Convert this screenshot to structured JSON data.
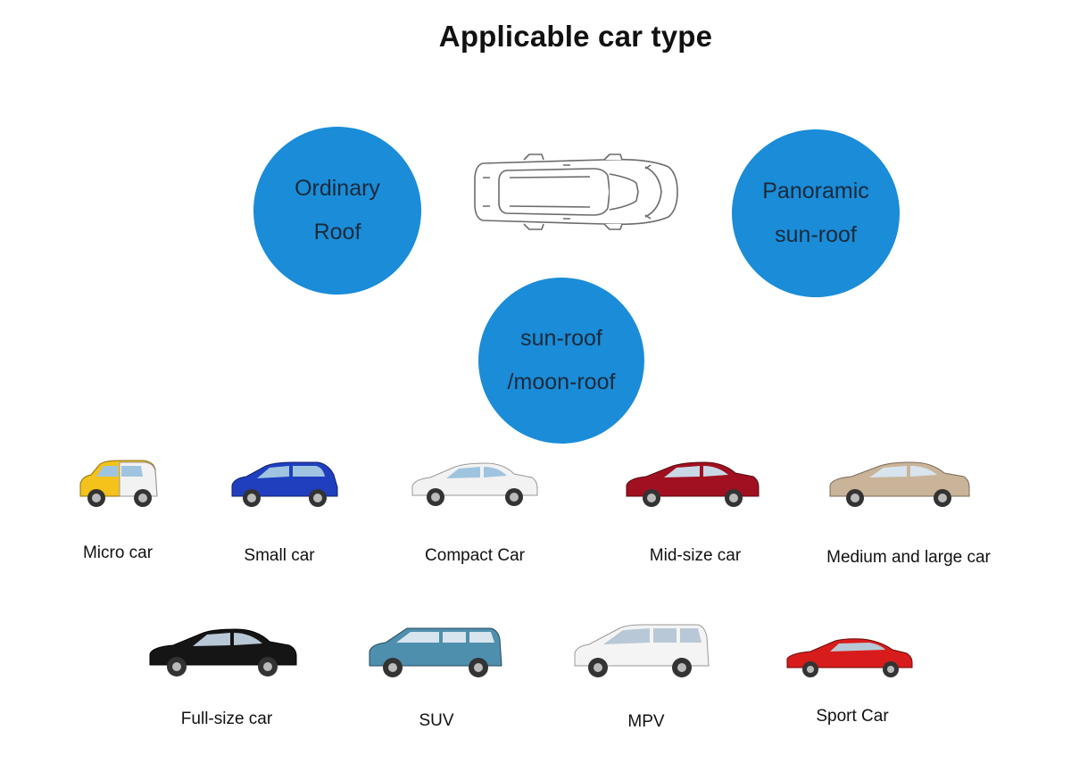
{
  "title": "Applicable car type",
  "roof_types": [
    {
      "line1": "Ordinary",
      "line2": "Roof"
    },
    {
      "line1": "Panoramic",
      "line2": "sun-roof"
    },
    {
      "line1": "sun-roof",
      "line2": "/moon-roof"
    }
  ],
  "colors": {
    "circle_fill": "#1a8cd8",
    "circle_text": "#1b2a3a"
  },
  "car_types": [
    {
      "label": "Micro car",
      "icon": "micro-car-icon",
      "color": "#f4c21a"
    },
    {
      "label": "Small car",
      "icon": "small-car-icon",
      "color": "#1f3fbf"
    },
    {
      "label": "Compact Car",
      "icon": "compact-car-icon",
      "color": "#f2f2f2"
    },
    {
      "label": "Mid-size car",
      "icon": "mid-size-car-icon",
      "color": "#a01020"
    },
    {
      "label": "Medium and large car",
      "icon": "medium-large-car-icon",
      "color": "#c9b49a"
    },
    {
      "label": "Full-size car",
      "icon": "full-size-car-icon",
      "color": "#151515"
    },
    {
      "label": "SUV",
      "icon": "suv-icon",
      "color": "#4f8fae"
    },
    {
      "label": "MPV",
      "icon": "mpv-icon",
      "color": "#f4f4f4"
    },
    {
      "label": "Sport Car",
      "icon": "sport-car-icon",
      "color": "#d81c1c"
    }
  ]
}
